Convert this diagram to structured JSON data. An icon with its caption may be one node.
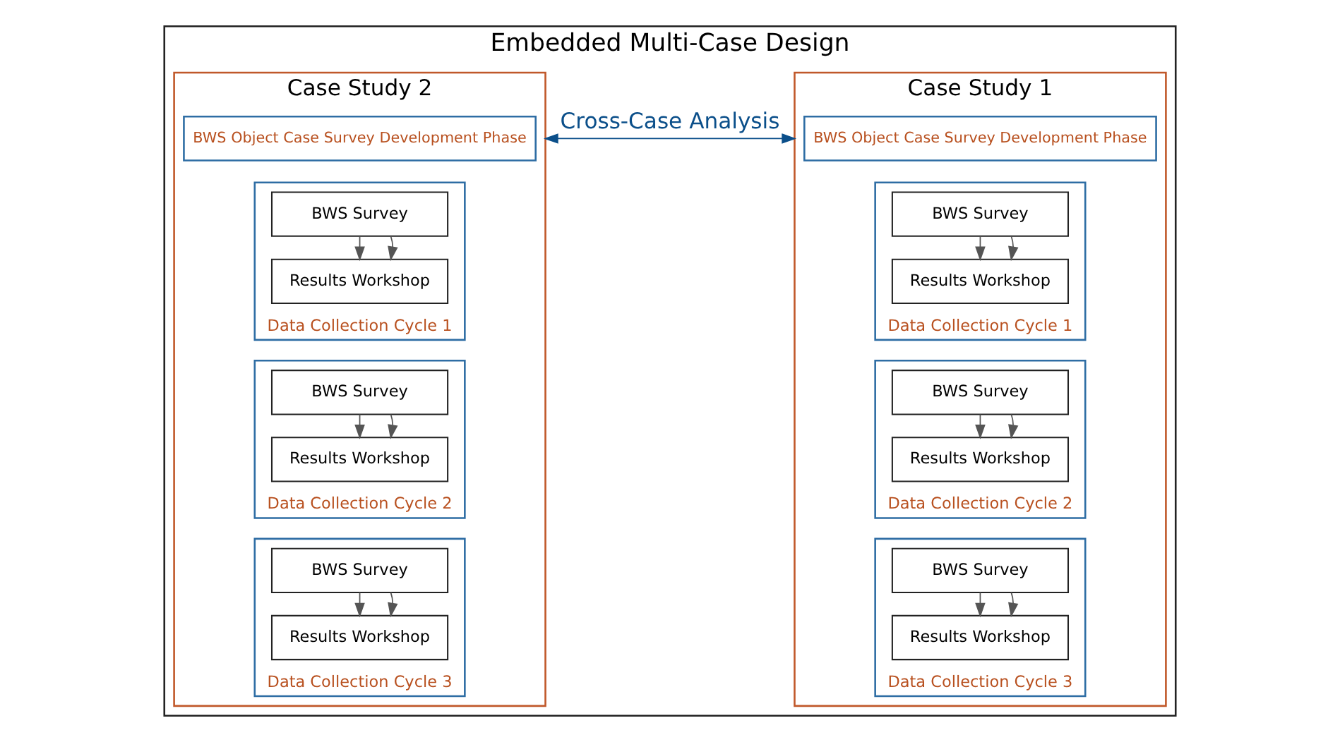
{
  "diagram": {
    "nodes": [
      {
        "text": [
          "Embedded Multi-Case Design"
        ]
      },
      {
        "text": [
          "Case Study 1"
        ],
        "in": 0
      },
      {
        "text": [
          "BWS Object Case Survey Development Phase"
        ],
        "in": 1
      },
      {
        "text": [
          "Data Collection Cycle 1"
        ],
        "in": 1
      },
      {
        "text": [
          "BWS Survey"
        ],
        "in": 3
      },
      {
        "text": [
          "Results Workshop"
        ],
        "in": 3
      },
      {
        "text": [
          "Data Collection Cycle 2"
        ],
        "in": 1
      },
      {
        "text": [
          "BWS Survey"
        ],
        "in": 6
      },
      {
        "text": [
          "Results Workshop"
        ],
        "in": 6
      },
      {
        "text": [
          "Data Collection Cycle 3"
        ],
        "in": 1
      },
      {
        "text": [
          "BWS Survey"
        ],
        "in": 9
      },
      {
        "text": [
          "Results Workshop"
        ],
        "in": 9
      },
      {
        "text": [
          "Case Study 2"
        ],
        "in": 0
      },
      {
        "text": [
          "BWS Object Case Survey Development Phase"
        ],
        "in": 12
      },
      {
        "text": [
          "Data Collection Cycle 1"
        ],
        "in": 12
      },
      {
        "text": [
          "BWS Survey"
        ],
        "in": 14
      },
      {
        "text": [
          "Results Workshop"
        ],
        "in": 14
      },
      {
        "text": [
          "Data Collection Cycle 2"
        ],
        "in": 12
      },
      {
        "text": [
          "BWS Survey"
        ],
        "in": 17
      },
      {
        "text": [
          "Results Workshop"
        ],
        "in": 17
      },
      {
        "text": [
          "Data Collection Cycle 3"
        ],
        "in": 12
      },
      {
        "text": [
          "BWS Survey"
        ],
        "in": 20
      },
      {
        "text": [
          "Results Workshop"
        ],
        "in": 20
      }
    ],
    "edges": [
      {
        "from": 1,
        "to": 12,
        "arrow": "both",
        "label": "Cross-Case Analysis",
        "color": "#0b4f8a"
      },
      {
        "from": 4,
        "to": 5,
        "arrow": "to"
      },
      {
        "from": 4,
        "to": 5,
        "arrow": "to"
      },
      {
        "from": 7,
        "to": 8,
        "arrow": "to"
      },
      {
        "from": 7,
        "to": 8,
        "arrow": "to"
      },
      {
        "from": 10,
        "to": 11,
        "arrow": "to"
      },
      {
        "from": 10,
        "to": 11,
        "arrow": "to"
      },
      {
        "from": 15,
        "to": 16,
        "arrow": "to"
      },
      {
        "from": 15,
        "to": 16,
        "arrow": "to"
      },
      {
        "from": 18,
        "to": 19,
        "arrow": "to"
      },
      {
        "from": 18,
        "to": 19,
        "arrow": "to"
      },
      {
        "from": 21,
        "to": 22,
        "arrow": "to"
      },
      {
        "from": 21,
        "to": 22,
        "arrow": "to"
      }
    ]
  }
}
